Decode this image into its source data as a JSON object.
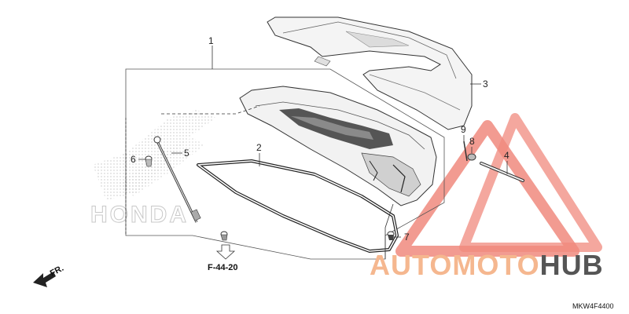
{
  "diagram": {
    "callouts": [
      {
        "id": "part-1",
        "label": "1"
      },
      {
        "id": "part-2",
        "label": "2"
      },
      {
        "id": "part-3",
        "label": "3"
      },
      {
        "id": "part-4",
        "label": "4"
      },
      {
        "id": "part-5",
        "label": "5"
      },
      {
        "id": "part-6",
        "label": "6"
      },
      {
        "id": "part-7",
        "label": "7"
      },
      {
        "id": "part-8",
        "label": "8"
      },
      {
        "id": "part-9",
        "label": "9"
      }
    ],
    "reference_label": "F-44-20",
    "direction_label": "FR.",
    "diagram_code": "MKW4F4400",
    "background_mark_text": "HONDA"
  },
  "watermark": {
    "text_part1": "AUTOMOTO",
    "text_part2": "HUB",
    "color_primary": "#f08a7e",
    "color_secondary": "#f5b78f",
    "color_dark": "#555555"
  }
}
